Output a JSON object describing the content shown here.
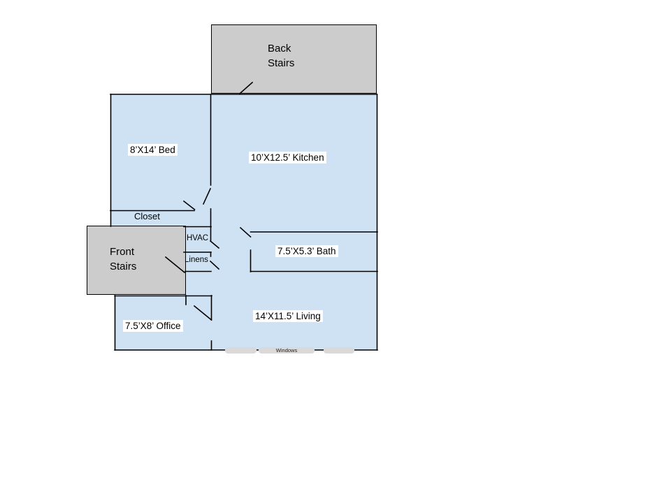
{
  "floor_plan": {
    "labels": {
      "back_stairs": "Back\nStairs",
      "front_stairs": "Front\nStairs",
      "bed": "8’X14’ Bed",
      "kitchen": "10’X12.5’ Kitchen",
      "closet": "Closet",
      "hvac": "HVAC",
      "linens": "Linens",
      "bath": "7.5’X5.3’ Bath",
      "office": "7.5’X8’ Office",
      "living": "14’X11.5’ Living",
      "windows": "Windows"
    },
    "colors": {
      "room_fill": "#cfe2f3",
      "stairs_fill": "#cccccc",
      "window_fill": "#d9d9d9",
      "wall": "#000000",
      "label_background": "#ffffff"
    }
  }
}
